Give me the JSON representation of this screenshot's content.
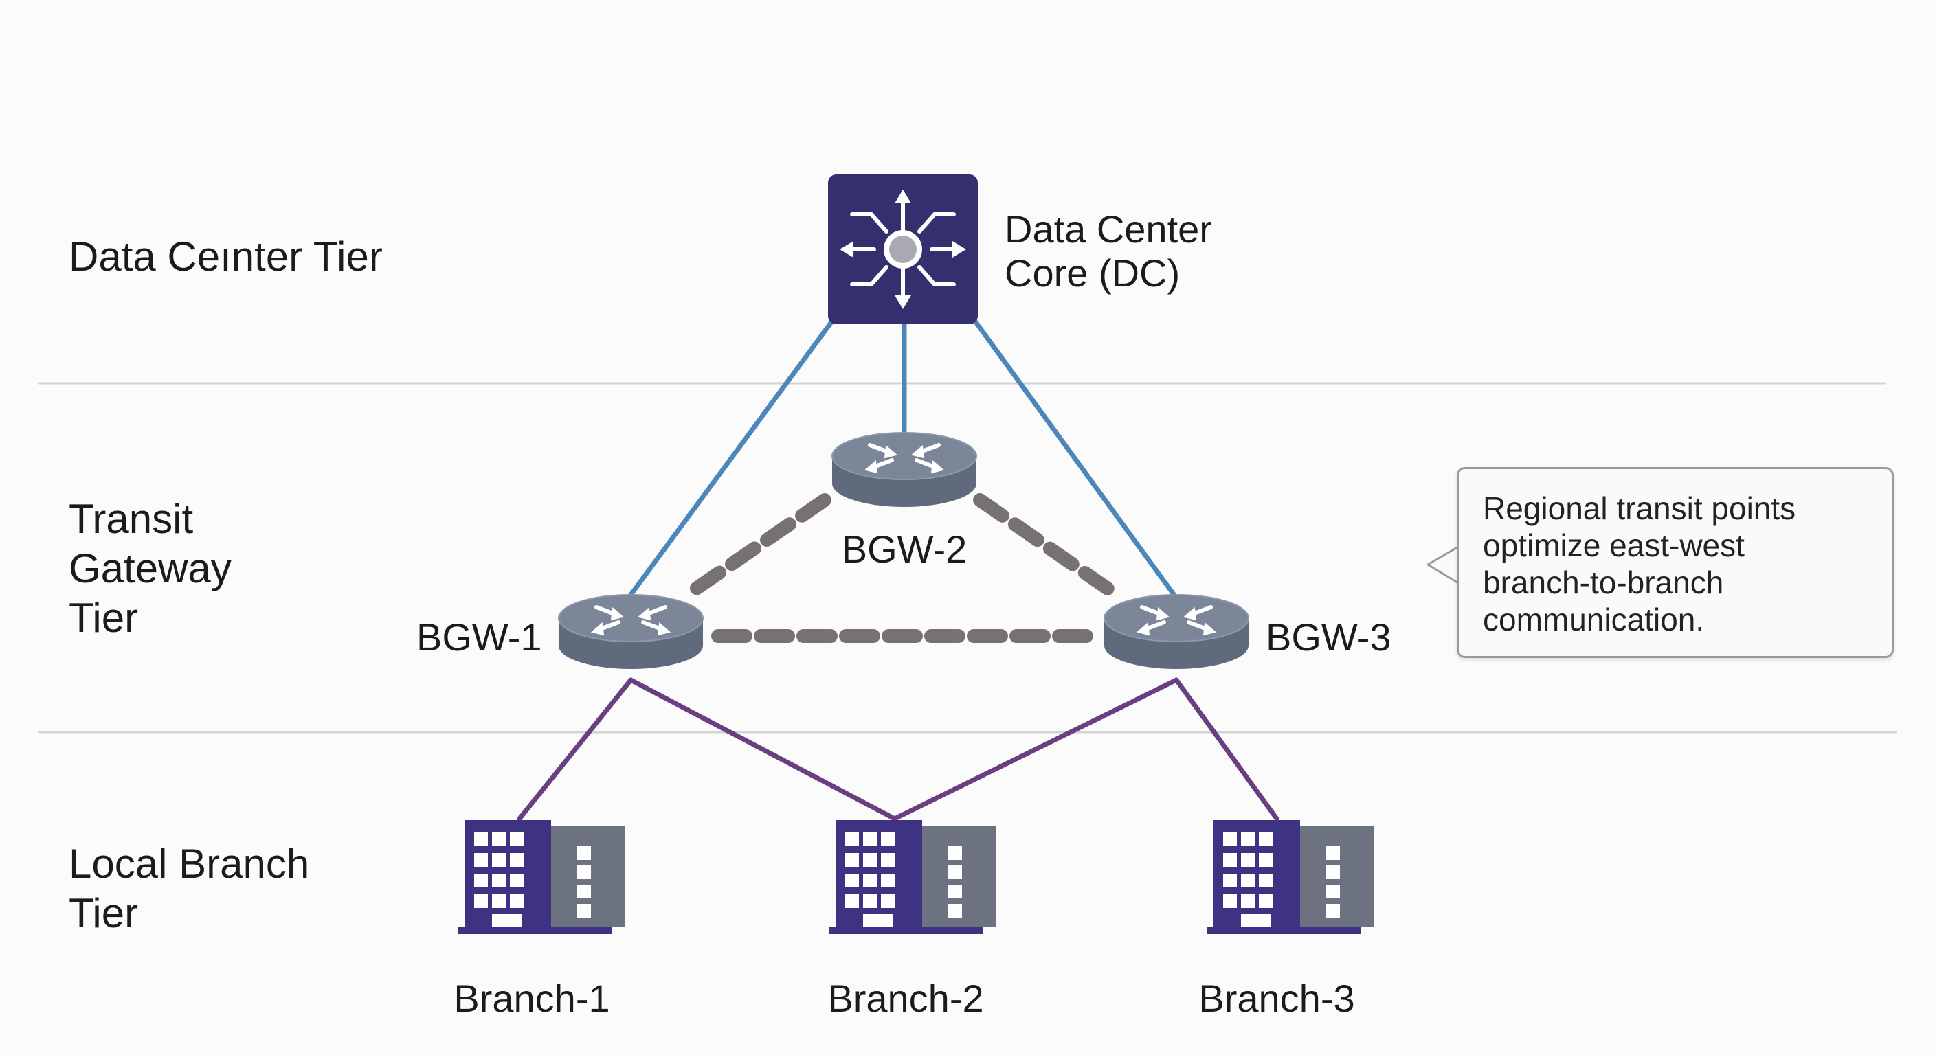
{
  "tiers": {
    "data_center": "Data Ceınter Tier",
    "transit": "Transit\nGateway\nTier",
    "branch": "Local Branch\nTier"
  },
  "nodes": {
    "dc_core": "Data Center\nCore (DC)",
    "bgw1": "BGW-1",
    "bgw2": "BGW-2",
    "bgw3": "BGW-3",
    "branch1": "Branch-1",
    "branch2": "Branch-2",
    "branch3": "Branch-3"
  },
  "callout": {
    "text": "Regional transit points\noptimize east-west\nbranch-to-branch\ncommunication."
  },
  "colors": {
    "dc_box": "#34306f",
    "router_body": "#5f6b7d",
    "router_top": "#7b8798",
    "uplink": "#4d86b8",
    "mesh": "#777074",
    "downlink": "#6a3f82",
    "building_front": "#3e3382",
    "building_back": "#6d7280",
    "divider": "#d3d3d6"
  },
  "icons": {
    "dc_core": "core-switch-icon",
    "router": "router-icon",
    "building": "building-icon"
  }
}
